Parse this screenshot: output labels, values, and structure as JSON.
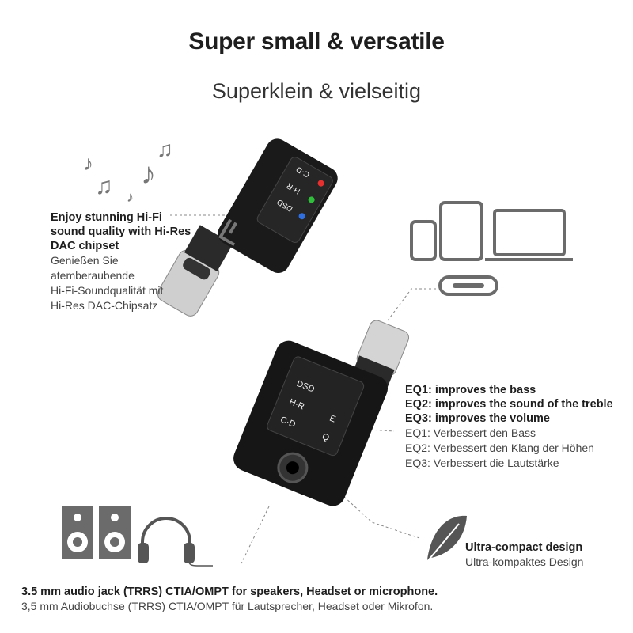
{
  "header": {
    "title": "Super small & versatile",
    "subtitle": "Superklein & vielseitig"
  },
  "features": {
    "hifi": {
      "title_lines": [
        "Enjoy stunning Hi-Fi",
        "sound quality with Hi-Res",
        "DAC chipset"
      ],
      "de_lines": [
        "Genießen Sie",
        "atemberaubende",
        "Hi-Fi-Soundqualität mit",
        "Hi-Res DAC-Chipsatz"
      ]
    },
    "eq": {
      "title_lines": [
        "EQ1: improves the bass",
        "EQ2: improves the sound of the treble",
        "EQ3: improves the volume"
      ],
      "de_lines": [
        "EQ1: Verbessert den Bass",
        "EQ2: Verbessert den Klang der Höhen",
        "EQ3: Verbessert die Lautstärke"
      ]
    },
    "compact": {
      "title": "Ultra-compact design",
      "de": "Ultra-kompaktes Design"
    },
    "jack": {
      "title": "3.5 mm audio jack (TRRS) CTIA/OMPT for speakers, Headset or microphone.",
      "de": "3,5 mm Audiobuchse (TRRS) CTIA/OMPT für Lautsprecher, Headset oder Mikrofon."
    }
  },
  "device_labels": {
    "cd": "C·D",
    "hr": "H·R",
    "dsd": "DSD",
    "e": "E",
    "q": "Q"
  },
  "colors": {
    "led_red": "#e53030",
    "led_green": "#2fbf3a",
    "led_blue": "#2f6fe0",
    "body": "#1a1a1a",
    "icon_gray": "#6b6b6b"
  }
}
